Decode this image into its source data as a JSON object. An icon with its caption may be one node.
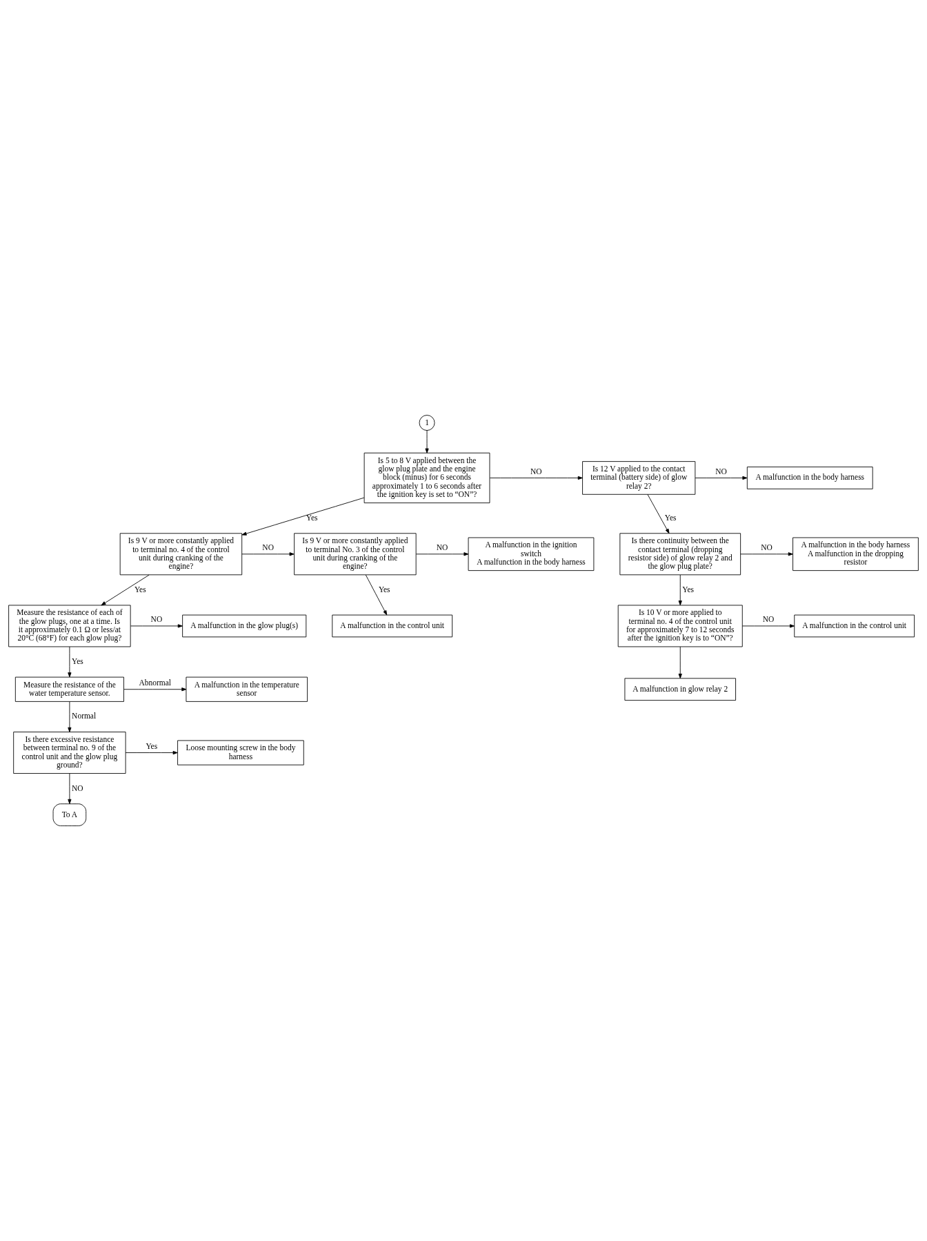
{
  "diagram": {
    "nodes": [
      {
        "text": [
          "1"
        ]
      },
      {
        "text": [
          "Is 5 to 8 V applied between the glow plug plate and the engine block (minus) for 6 seconds approximately 1 to 6 seconds after the ignition key is set to “ON”?"
        ]
      },
      {
        "text": [
          "Is 12 V applied to the contact terminal (battery side) of glow relay 2?"
        ]
      },
      {
        "text": [
          "A malfunction in the body harness"
        ]
      },
      {
        "text": [
          "Is there continuity between the contact terminal (dropping resistor side) of glow relay 2 and the glow plug plate?"
        ]
      },
      {
        "text": [
          "A malfunction in the body harness",
          "A malfunction in the dropping resistor"
        ]
      },
      {
        "text": [
          "Is 10 V or more applied to terminal no. 4 of the control unit for approximately 7 to 12 seconds after the ignition key is to “ON”?"
        ]
      },
      {
        "text": [
          "A malfunction in the control unit"
        ]
      },
      {
        "text": [
          "A malfunction in glow relay 2"
        ]
      },
      {
        "text": [
          "Is 9 V or more constantly applied to terminal no. 4 of the control unit during cranking of the engine?"
        ]
      },
      {
        "text": [
          "Is 9 V or more constantly applied to terminal No. 3 of the control unit during cranking of the engine?"
        ]
      },
      {
        "text": [
          "A malfunction in the ignition switch",
          "A malfunction in the body harness"
        ]
      },
      {
        "text": [
          "A malfunction in the control unit"
        ]
      },
      {
        "text": [
          "Measure the resistance of each of the glow plugs, one at a time. Is it approximately 0.1 Ω or less/at 20°C (68°F) for each glow plug?"
        ]
      },
      {
        "text": [
          "A malfunction in the glow plug(s)"
        ]
      },
      {
        "text": [
          "Measure the resistance of the water temperature sensor."
        ]
      },
      {
        "text": [
          "A malfunction in the temperature sensor"
        ]
      },
      {
        "text": [
          "Is there excessive resistance between terminal no. 9 of the control unit and the glow plug ground?"
        ]
      },
      {
        "text": [
          "Loose mounting screw in the body harness"
        ]
      },
      {
        "text": [
          "To A"
        ]
      }
    ],
    "edges": [
      {
        "from": 0,
        "to": 1,
        "arrow": "to"
      },
      {
        "from": 1,
        "to": 2,
        "arrow": "to",
        "label": "NO"
      },
      {
        "from": 2,
        "to": 3,
        "arrow": "to",
        "label": "NO"
      },
      {
        "from": 2,
        "to": 4,
        "arrow": "to",
        "label": "Yes"
      },
      {
        "from": 4,
        "to": 5,
        "arrow": "to",
        "label": "NO"
      },
      {
        "from": 4,
        "to": 6,
        "arrow": "to",
        "label": "Yes"
      },
      {
        "from": 6,
        "to": 7,
        "arrow": "to",
        "label": "NO"
      },
      {
        "from": 6,
        "to": 8,
        "arrow": "to"
      },
      {
        "from": 1,
        "to": 9,
        "arrow": "to",
        "label": "Yes"
      },
      {
        "from": 9,
        "to": 10,
        "arrow": "to",
        "label": "NO"
      },
      {
        "from": 10,
        "to": 11,
        "arrow": "to",
        "label": "NO"
      },
      {
        "from": 10,
        "to": 12,
        "arrow": "to",
        "label": "Yes"
      },
      {
        "from": 9,
        "to": 13,
        "arrow": "to",
        "label": "Yes"
      },
      {
        "from": 13,
        "to": 14,
        "arrow": "to",
        "label": "NO"
      },
      {
        "from": 13,
        "to": 15,
        "arrow": "to",
        "label": "Yes"
      },
      {
        "from": 15,
        "to": 16,
        "arrow": "to",
        "label": "Abnormal"
      },
      {
        "from": 15,
        "to": 17,
        "arrow": "to",
        "label": "Normal"
      },
      {
        "from": 17,
        "to": 18,
        "arrow": "to",
        "label": "Yes"
      },
      {
        "from": 17,
        "to": 19,
        "arrow": "to",
        "label": "NO"
      }
    ]
  }
}
